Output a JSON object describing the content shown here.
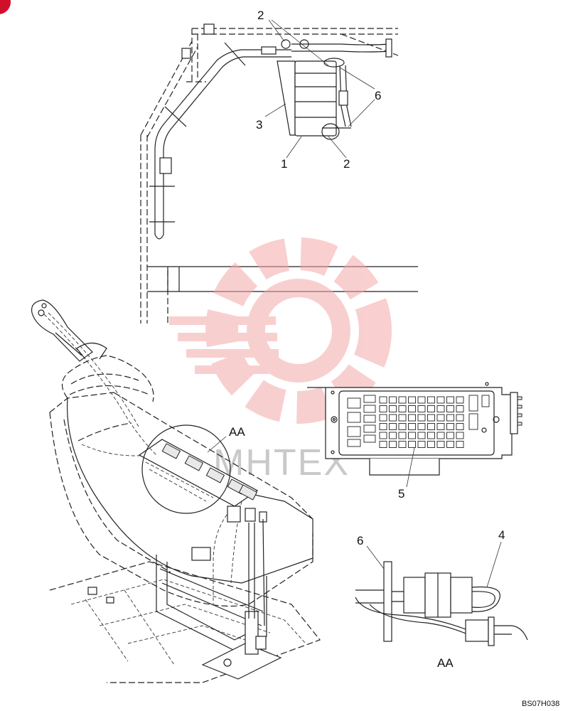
{
  "diagram": {
    "callouts": {
      "c2_top": "2",
      "c6": "6",
      "c3": "3",
      "c1": "1",
      "c2_bottom": "2",
      "aa_main": "AA",
      "c5": "5",
      "c6_detail": "6",
      "c4": "4",
      "aa_detail": "AA"
    },
    "figure_code": "BS07H038",
    "watermark_text": "МНТЕХ",
    "colors": {
      "line": "#222222",
      "watermark": "#f4b8b8",
      "corner_badge": "#d0102a"
    }
  }
}
